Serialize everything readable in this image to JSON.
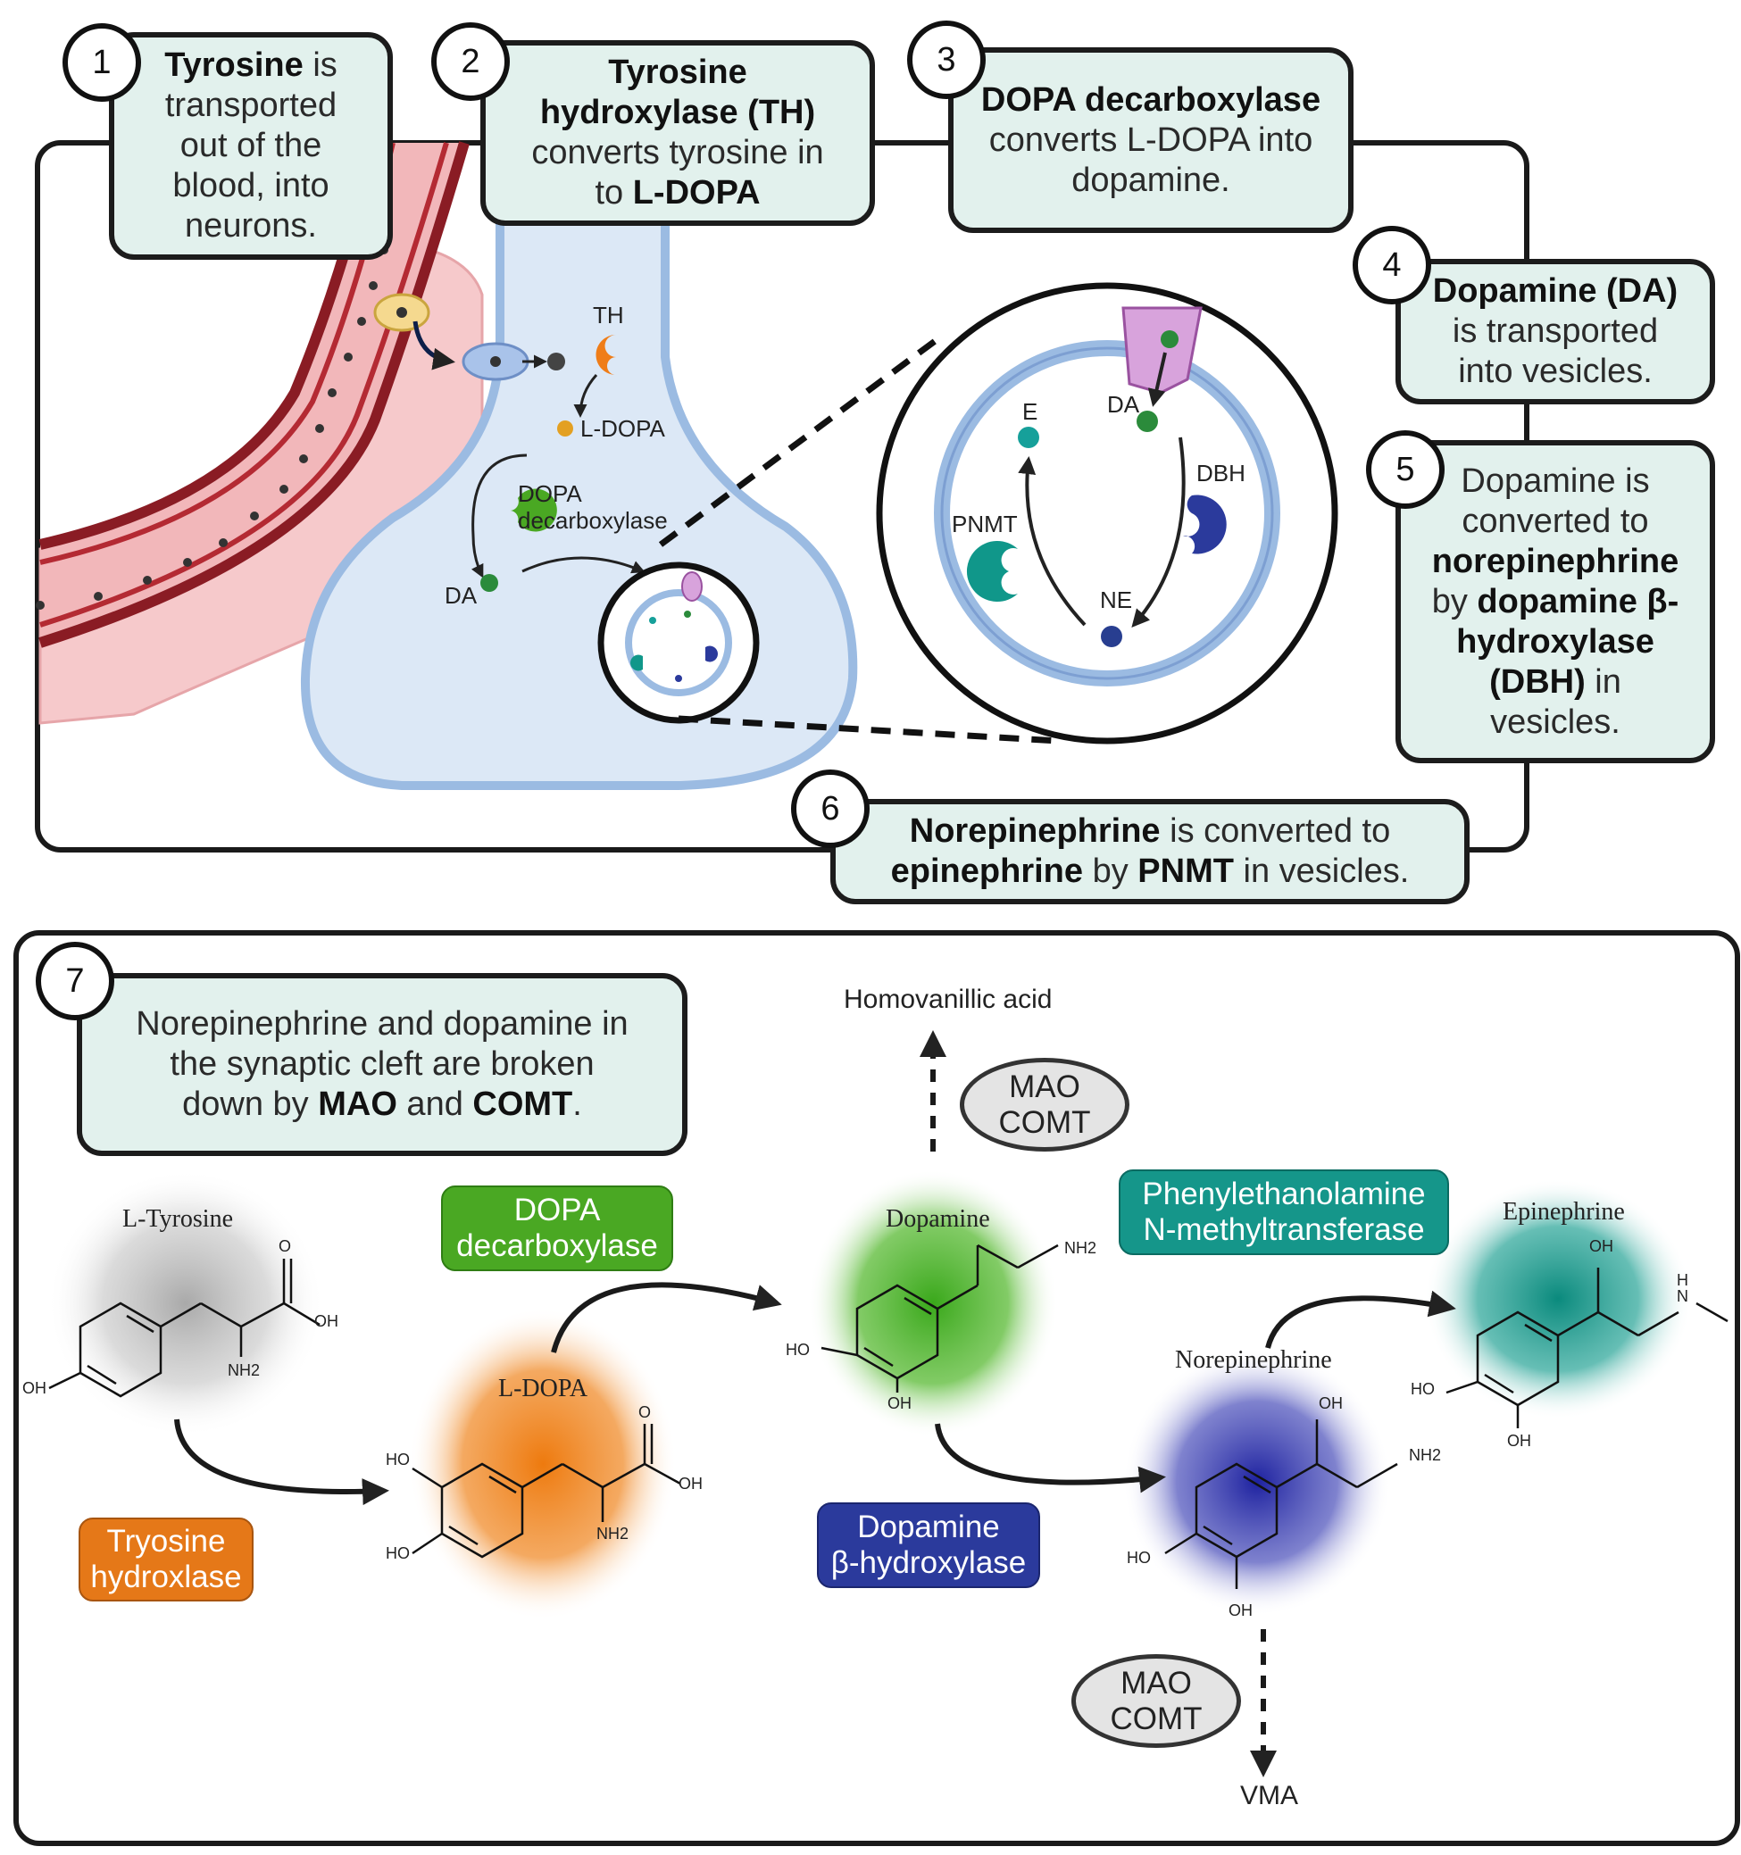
{
  "steps": [
    {
      "num": "1",
      "lines": [
        [
          {
            "t": "Tyrosine",
            "b": true
          },
          {
            "t": " is",
            "b": false
          }
        ],
        [
          {
            "t": "transported",
            "b": false
          }
        ],
        [
          {
            "t": "out of the",
            "b": false
          }
        ],
        [
          {
            "t": "blood, into",
            "b": false
          }
        ],
        [
          {
            "t": "neurons.",
            "b": false
          }
        ]
      ]
    },
    {
      "num": "2",
      "lines": [
        [
          {
            "t": "Tyrosine",
            "b": true
          }
        ],
        [
          {
            "t": "hydroxylase (TH)",
            "b": true
          }
        ],
        [
          {
            "t": "converts tyrosine in",
            "b": false
          }
        ],
        [
          {
            "t": "to ",
            "b": false
          },
          {
            "t": "L-DOPA",
            "b": true
          }
        ]
      ]
    },
    {
      "num": "3",
      "lines": [
        [
          {
            "t": "DOPA decarboxylase",
            "b": true
          }
        ],
        [
          {
            "t": "converts L-DOPA into",
            "b": false
          }
        ],
        [
          {
            "t": "dopamine.",
            "b": false
          }
        ]
      ]
    },
    {
      "num": "4",
      "lines": [
        [
          {
            "t": "Dopamine (DA)",
            "b": true
          }
        ],
        [
          {
            "t": "is transported",
            "b": false
          }
        ],
        [
          {
            "t": "into vesicles.",
            "b": false
          }
        ]
      ]
    },
    {
      "num": "5",
      "lines": [
        [
          {
            "t": "Dopamine is",
            "b": false
          }
        ],
        [
          {
            "t": "converted to",
            "b": false
          }
        ],
        [
          {
            "t": "norepinephrine",
            "b": true
          }
        ],
        [
          {
            "t": "by ",
            "b": false
          },
          {
            "t": "dopamine β-",
            "b": true
          }
        ],
        [
          {
            "t": "hydroxylase",
            "b": true
          }
        ],
        [
          {
            "t": "(DBH)",
            "b": true
          },
          {
            "t": " in",
            "b": false
          }
        ],
        [
          {
            "t": "vesicles.",
            "b": false
          }
        ]
      ]
    },
    {
      "num": "6",
      "lines": [
        [
          {
            "t": "Norepinephrine",
            "b": true
          },
          {
            "t": " is converted to",
            "b": false
          }
        ],
        [
          {
            "t": "epinephrine",
            "b": true
          },
          {
            "t": " by ",
            "b": false
          },
          {
            "t": "PNMT",
            "b": true
          },
          {
            "t": " in vesicles.",
            "b": false
          }
        ]
      ]
    },
    {
      "num": "7",
      "lines": [
        [
          {
            "t": "Norepinephrine and dopamine in",
            "b": false
          }
        ],
        [
          {
            "t": "the synaptic cleft are broken",
            "b": false
          }
        ],
        [
          {
            "t": "down by ",
            "b": false
          },
          {
            "t": "MAO",
            "b": true
          },
          {
            "t": " and ",
            "b": false
          },
          {
            "t": "COMT",
            "b": true
          },
          {
            "t": ".",
            "b": false
          }
        ]
      ]
    }
  ],
  "neuron_labels": {
    "th": "TH",
    "ldopa": "L-DOPA",
    "dopa_dec_1": "DOPA",
    "dopa_dec_2": "decarboxylase",
    "da": "DA"
  },
  "vesicle_labels": {
    "e": "E",
    "da": "DA",
    "dbh": "DBH",
    "pnmt": "PNMT",
    "ne": "NE"
  },
  "molecules": {
    "l_tyrosine": "L-Tyrosine",
    "l_dopa": "L-DOPA",
    "dopamine": "Dopamine",
    "norepinephrine": "Norepinephrine",
    "epinephrine": "Epinephrine"
  },
  "atoms": {
    "o": "O",
    "oh": "OH",
    "ho": "HO",
    "nh2": "NH2",
    "h": "H",
    "n": "N"
  },
  "enzymes": {
    "tyrosine_hydroxylase": {
      "l1": "Tryosine",
      "l2": "hydroxlase",
      "color": "#e57818"
    },
    "dopa_decarboxylase": {
      "l1": "DOPA",
      "l2": "decarboxylase",
      "color": "#4aa823"
    },
    "dbh": {
      "l1": "Dopamine",
      "l2": "β-hydroxylase",
      "color": "#2b3a9c"
    },
    "pnmt": {
      "l1": "Phenylethanolamine",
      "l2": "N-methyltransferase",
      "color": "#15968a"
    }
  },
  "mao_comt": {
    "l1": "MAO",
    "l2": "COMT"
  },
  "products": {
    "homovanillic": "Homovanillic acid",
    "vma": "VMA"
  },
  "colors": {
    "callout_bg": "#e2f1ed",
    "neuron": "#dce8f6",
    "neuron_border": "#9bbbe2",
    "vessel": "#f6c9cb",
    "vessel_wall": "#8a1c24",
    "ldopa_glow": "#ee7c10",
    "dopamine_glow": "#4db82a",
    "ne_glow": "#2c2fa8",
    "epi_glow": "#10978a",
    "tyr_glow": "#a8a8a8"
  }
}
